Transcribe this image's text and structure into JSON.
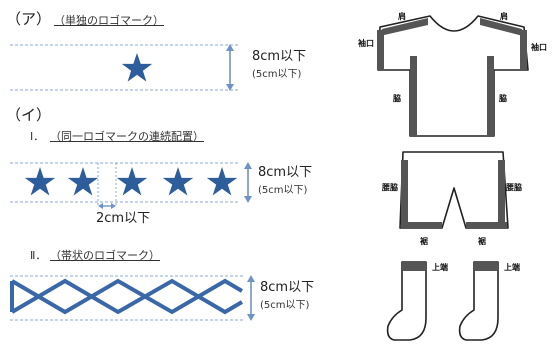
{
  "left": {
    "section_a": {
      "label": "（ア）",
      "caption": "（単独のロゴマーク）",
      "height_main": "8cm以下",
      "height_sub": "(5cm以下)"
    },
    "section_i": {
      "label": "（イ）",
      "sub1": {
        "label": "Ⅰ．",
        "caption": "（同一ロゴマークの連続配置）",
        "height_main": "8cm以下",
        "height_sub": "(5cm以下)",
        "gap": "2cm以下"
      },
      "sub2": {
        "label": "Ⅱ．",
        "caption": "（帯状のロゴマーク）",
        "height_main": "8cm以下",
        "height_sub": "(5cm以下)"
      }
    }
  },
  "right": {
    "shirt_labels": {
      "shoulder_left": "肩",
      "shoulder_right": "肩",
      "sleeve_left": "袖口",
      "sleeve_right": "袖口",
      "side_left": "脇",
      "side_right": "脇"
    },
    "shorts_labels": {
      "waist_side_left": "腰脇",
      "waist_side_right": "腰脇",
      "hem_left": "裾",
      "hem_right": "裾"
    },
    "sock_labels": {
      "top_left": "上端",
      "top_right": "上端"
    }
  },
  "colors": {
    "star": "#2e5d9b",
    "band": "#3a67a8",
    "arrow": "#6f93c8",
    "stripe": "#555555",
    "outline": "#222222"
  }
}
